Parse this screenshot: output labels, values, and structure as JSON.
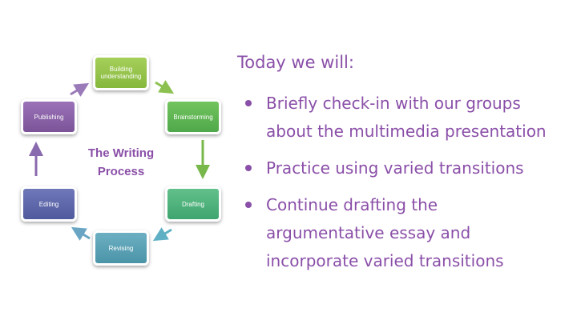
{
  "diagram": {
    "center_title_line1": "The Writing",
    "center_title_line2": "Process",
    "steps": [
      {
        "line1": "Building",
        "line2": "understanding"
      },
      {
        "label": "Brainstorming"
      },
      {
        "label": "Drafting"
      },
      {
        "label": "Revising"
      },
      {
        "label": "Editing"
      },
      {
        "label": "Publishing"
      }
    ],
    "colors": {
      "building": "#95c44a",
      "brainstorming": "#5fb654",
      "drafting": "#4eb37d",
      "revising": "#5ba2b5",
      "editing": "#5e68ab",
      "publishing": "#8b62a8"
    }
  },
  "agenda": {
    "heading": "Today we will:",
    "bullets": [
      {
        "line1": "Briefly check-in with our groups",
        "line2": "about the multimedia presentation"
      },
      {
        "line1": "Practice using varied transitions"
      },
      {
        "line1": "Continue drafting the",
        "line2": "argumentative essay and",
        "line3": "incorporate varied transitions"
      }
    ],
    "text_color": "#8a4fa8"
  }
}
